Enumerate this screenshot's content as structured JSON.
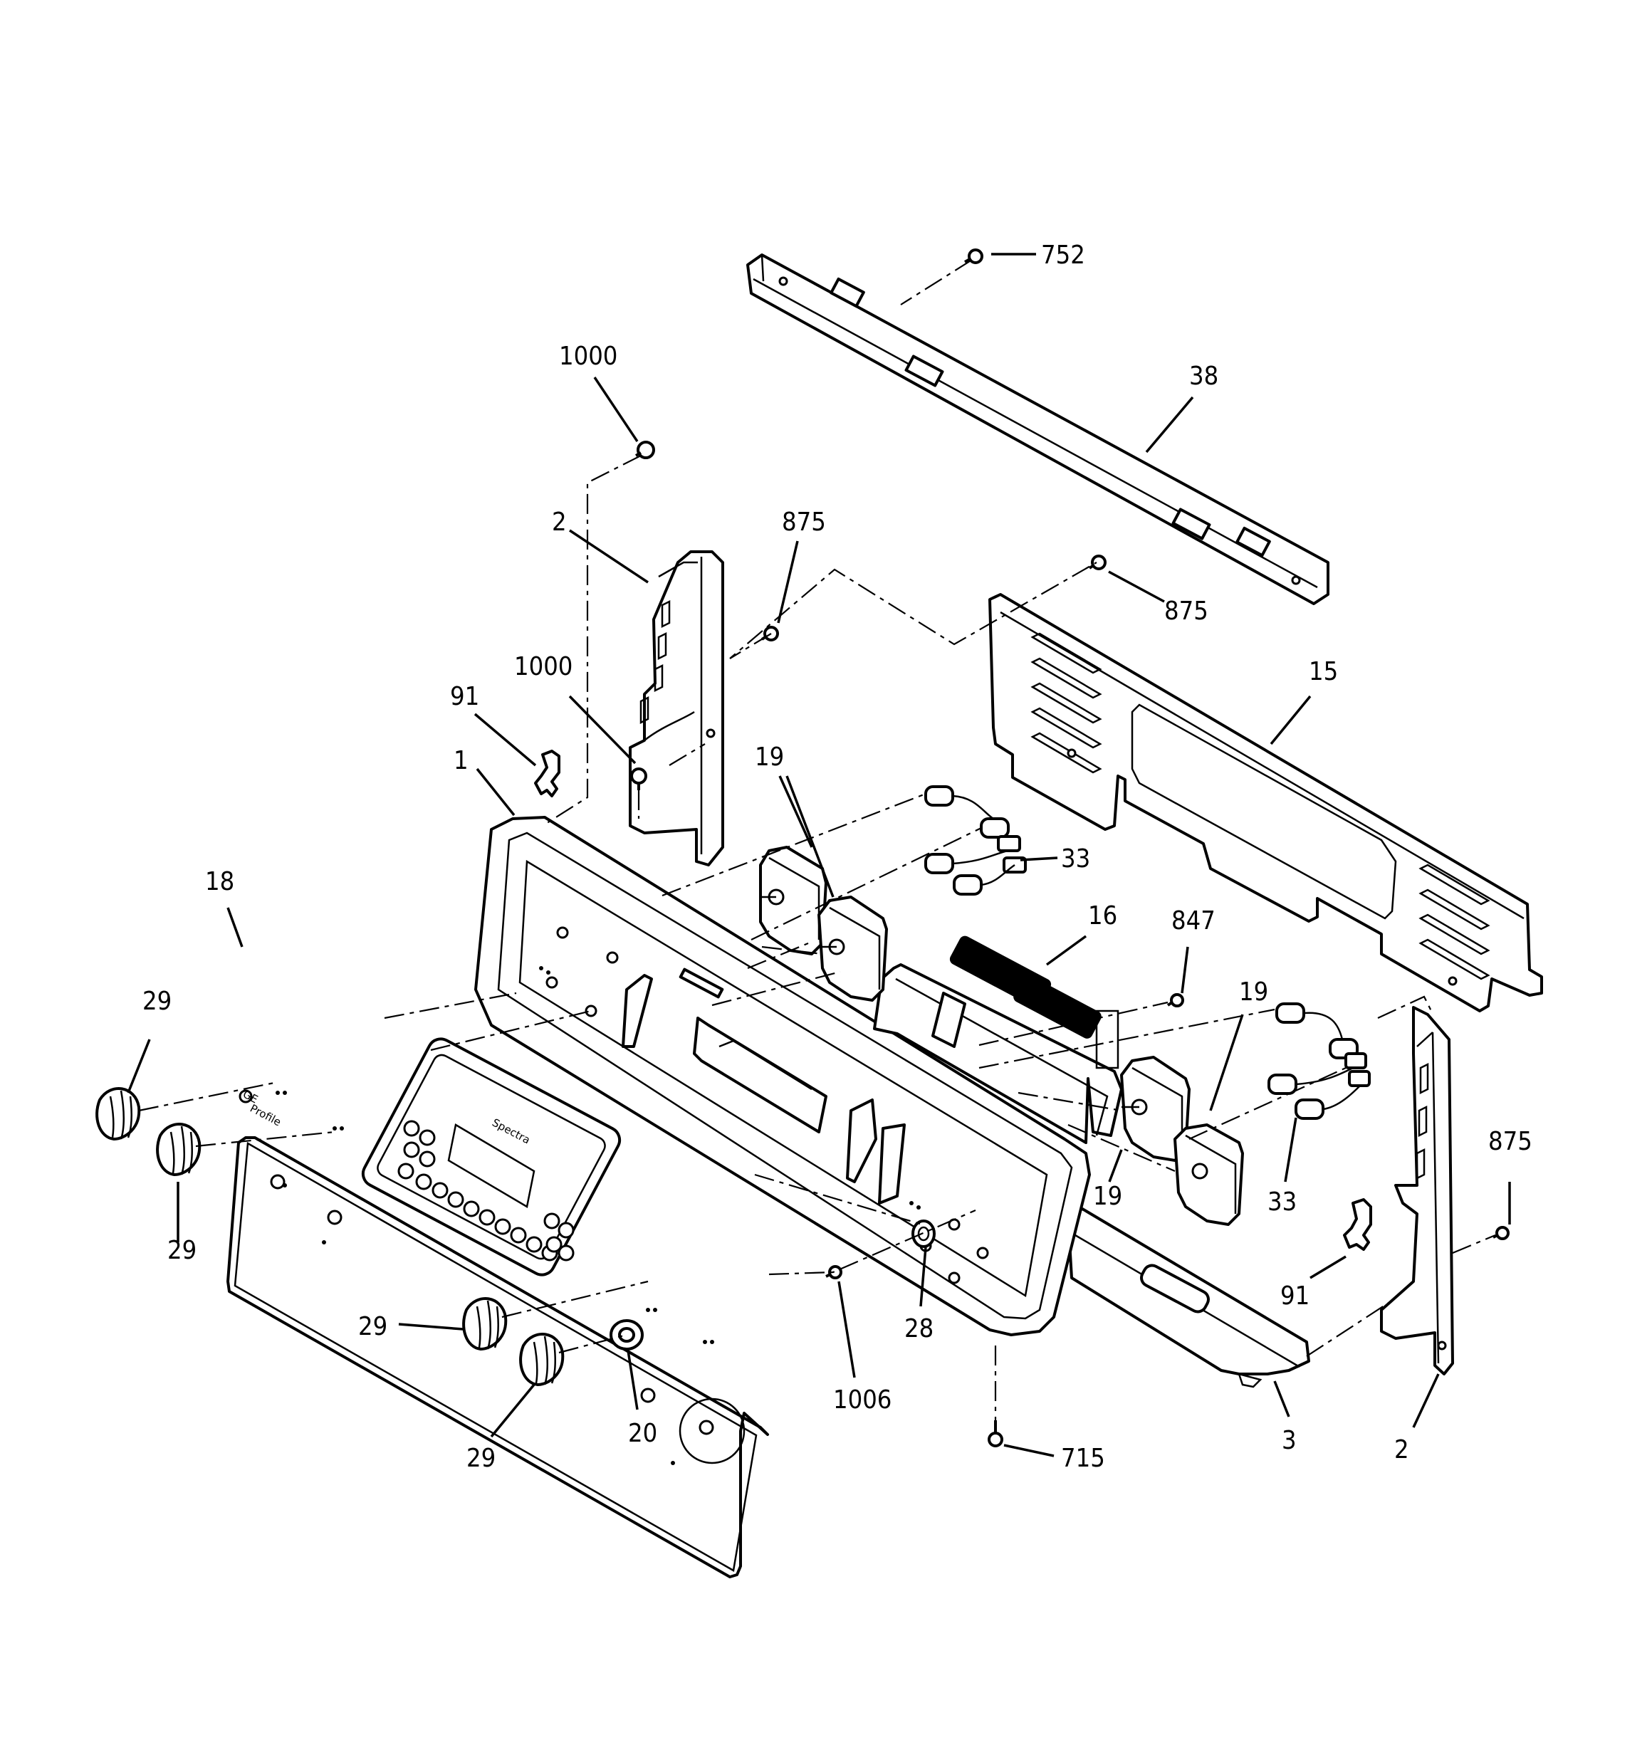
{
  "diagram": {
    "callouts": [
      "752",
      "38",
      "1000",
      "2",
      "875",
      "875",
      "15",
      "1000",
      "91",
      "1",
      "19",
      "33",
      "16",
      "847",
      "18",
      "19",
      "29",
      "29",
      "33",
      "875",
      "19",
      "91",
      "29",
      "28",
      "1006",
      "20",
      "29",
      "715",
      "3",
      "2"
    ],
    "panel_text": {
      "brand_script": "Spectra",
      "logo": "GE",
      "logo_sub": "Profile"
    }
  }
}
